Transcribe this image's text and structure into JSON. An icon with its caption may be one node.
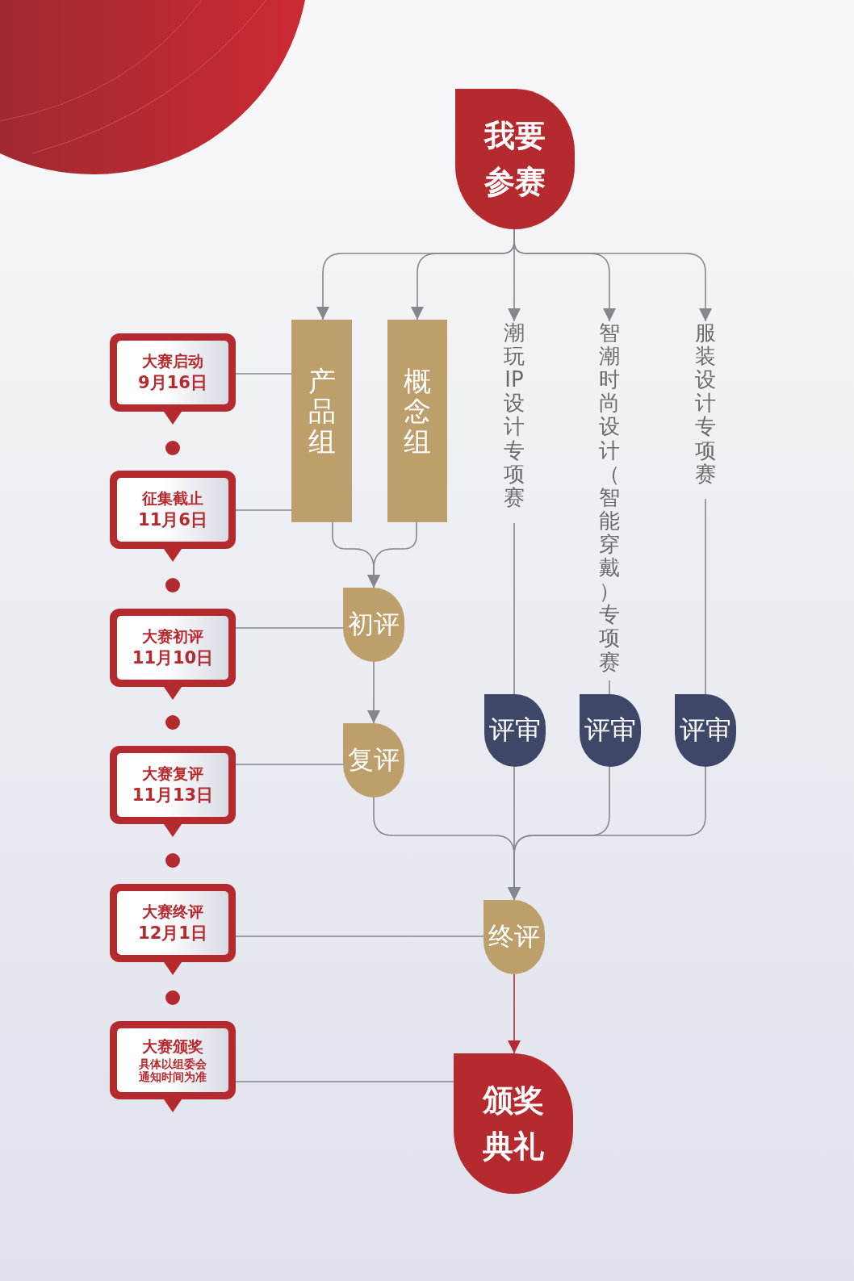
{
  "diagram": {
    "nodes": [
      {
        "text": [
          "我要参赛"
        ]
      },
      {
        "text": [
          "产品组"
        ]
      },
      {
        "text": [
          "概念组"
        ]
      },
      {
        "text": [
          "潮玩IP设计专项赛"
        ]
      },
      {
        "text": [
          "智潮时尚设计（智能穿戴）专项赛"
        ]
      },
      {
        "text": [
          "服装设计专项赛"
        ]
      },
      {
        "text": [
          "评审"
        ]
      },
      {
        "text": [
          "评审"
        ]
      },
      {
        "text": [
          "评审"
        ]
      },
      {
        "text": [
          "初评"
        ]
      },
      {
        "text": [
          "复评"
        ]
      },
      {
        "text": [
          "终评"
        ]
      },
      {
        "text": [
          "颁奖典礼"
        ]
      },
      {
        "text": [
          "大赛启动",
          "9月16日"
        ]
      },
      {
        "text": [
          "征集截止",
          "11月6日"
        ]
      },
      {
        "text": [
          "大赛初评",
          "11月10日"
        ]
      },
      {
        "text": [
          "大赛复评",
          "11月13日"
        ]
      },
      {
        "text": [
          "大赛终评",
          "12月1日"
        ]
      },
      {
        "text": [
          "大赛颁奖",
          "具体以组委会通知时间为准"
        ]
      }
    ],
    "edges": [
      {
        "from": 0,
        "to": 1,
        "arrow": "to"
      },
      {
        "from": 0,
        "to": 2,
        "arrow": "to"
      },
      {
        "from": 0,
        "to": 3,
        "arrow": "to"
      },
      {
        "from": 0,
        "to": 4,
        "arrow": "to"
      },
      {
        "from": 0,
        "to": 5,
        "arrow": "to"
      },
      {
        "from": 1,
        "to": 9,
        "arrow": "to"
      },
      {
        "from": 2,
        "to": 9,
        "arrow": "to"
      },
      {
        "from": 9,
        "to": 10,
        "arrow": "to"
      },
      {
        "from": 3,
        "to": 6,
        "arrow": "none"
      },
      {
        "from": 4,
        "to": 7,
        "arrow": "none"
      },
      {
        "from": 5,
        "to": 8,
        "arrow": "none"
      },
      {
        "from": 6,
        "to": 11,
        "arrow": "to"
      },
      {
        "from": 7,
        "to": 11,
        "arrow": "to"
      },
      {
        "from": 8,
        "to": 11,
        "arrow": "to"
      },
      {
        "from": 10,
        "to": 11,
        "arrow": "to"
      },
      {
        "from": 11,
        "to": 12,
        "arrow": "to",
        "color": "#b52a2e"
      },
      {
        "from": 13,
        "to": 1,
        "arrow": "none"
      },
      {
        "from": 14,
        "to": 1,
        "arrow": "none"
      },
      {
        "from": 15,
        "to": 9,
        "arrow": "none"
      },
      {
        "from": 16,
        "to": 10,
        "arrow": "none"
      },
      {
        "from": 17,
        "to": 11,
        "arrow": "none"
      },
      {
        "from": 18,
        "to": 12,
        "arrow": "none"
      }
    ]
  }
}
